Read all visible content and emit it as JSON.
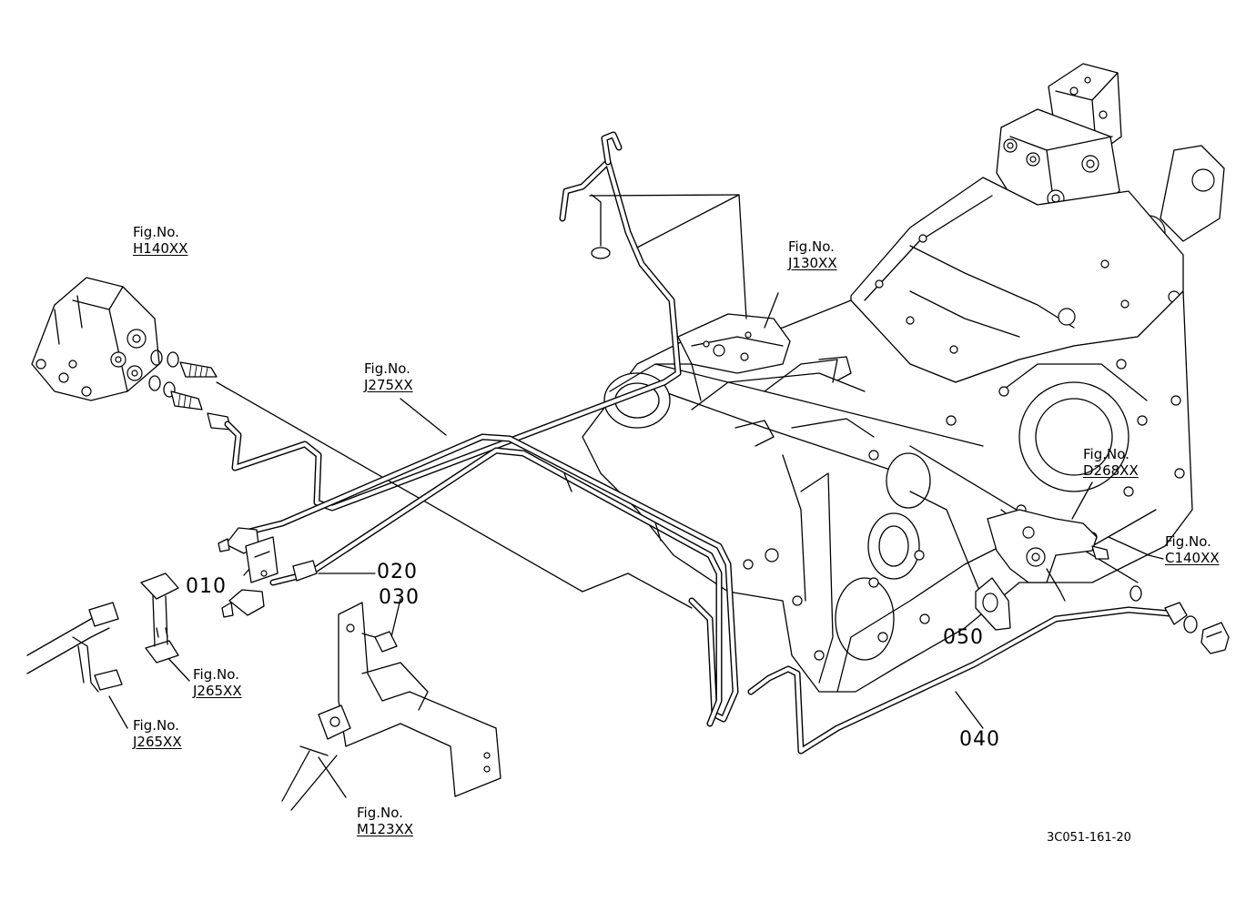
{
  "figure_refs": {
    "steering_unit": {
      "heading": "Fig.No.",
      "code": "H140XX"
    },
    "hydraulic_block": {
      "heading": "Fig.No.",
      "code": "J130XX"
    },
    "return_pipe": {
      "heading": "Fig.No.",
      "code": "J275XX"
    },
    "tee_joint": {
      "heading": "Fig.No.",
      "code": "J265XX"
    },
    "hose_joint": {
      "heading": "Fig.No.",
      "code": "J265XX"
    },
    "sensor": {
      "heading": "Fig.No.",
      "code": "D268XX"
    },
    "transmission_case": {
      "heading": "Fig.No.",
      "code": "C140XX"
    },
    "bracket": {
      "heading": "Fig.No.",
      "code": "M123XX"
    }
  },
  "part_numbers": {
    "clamp": "010",
    "pipe_assembly": "020",
    "bolt": "030",
    "delivery_pipe": "040",
    "pipe_clamp": "050"
  },
  "catalog_number": "3C051-161-20"
}
